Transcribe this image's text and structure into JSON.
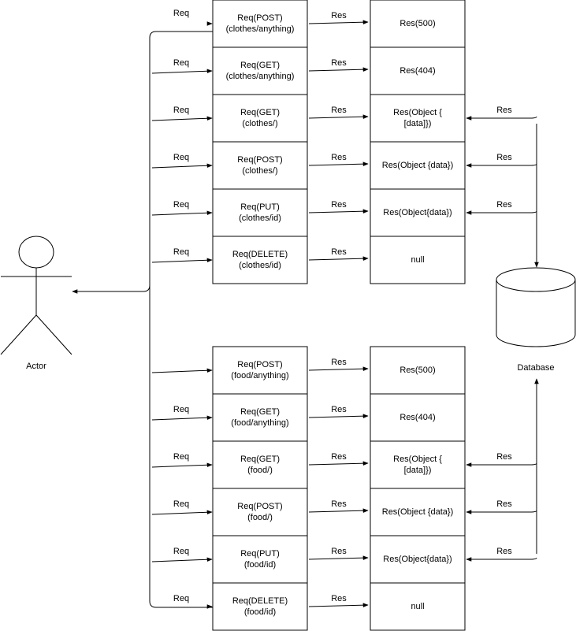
{
  "actor": {
    "label": "Actor"
  },
  "database": {
    "label": "Database"
  },
  "edge_labels": {
    "request": "Req",
    "response": "Res"
  },
  "groups": [
    {
      "name": "clothes",
      "requests": [
        [
          "Req(POST)",
          "(clothes/anything)"
        ],
        [
          "Req(GET)",
          "(clothes/anything)"
        ],
        [
          "Req(GET)",
          "(clothes/)"
        ],
        [
          "Req(POST)",
          "(clothes/)"
        ],
        [
          "Req(PUT)",
          "(clothes/id)"
        ],
        [
          "Req(DELETE)",
          "(clothes/id)"
        ]
      ],
      "responses": [
        [
          "Res(500)"
        ],
        [
          "Res(404)"
        ],
        [
          "Res(Object {",
          "[data]})"
        ],
        [
          "Res(Object {data})"
        ],
        [
          "Res(Object{data})"
        ],
        [
          "null"
        ]
      ],
      "req_labels": [
        true,
        true,
        true,
        true,
        true,
        true
      ],
      "db_rows": [
        2,
        3,
        4
      ]
    },
    {
      "name": "food",
      "requests": [
        [
          "Req(POST)",
          "(food/anything)"
        ],
        [
          "Req(GET)",
          "(food/anything)"
        ],
        [
          "Req(GET)",
          "(food/)"
        ],
        [
          "Req(POST)",
          "(food/)"
        ],
        [
          "Req(PUT)",
          "(food/id)"
        ],
        [
          "Req(DELETE)",
          "(food/id)"
        ]
      ],
      "responses": [
        [
          "Res(500)"
        ],
        [
          "Res(404)"
        ],
        [
          "Res(Object {",
          "[data]})"
        ],
        [
          "Res(Object {data})"
        ],
        [
          "Res(Object{data})"
        ],
        [
          "null"
        ]
      ],
      "req_labels": [
        false,
        true,
        true,
        true,
        true,
        true
      ],
      "db_rows": [
        2,
        3,
        4
      ]
    }
  ]
}
